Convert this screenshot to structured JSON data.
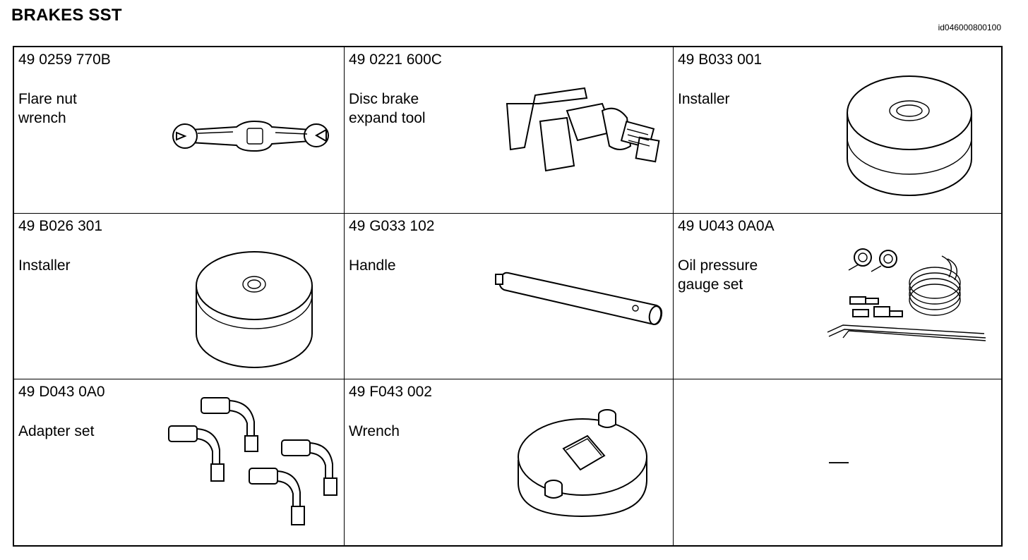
{
  "header": {
    "title": "BRAKES SST",
    "doc_id": "id046000800100"
  },
  "tools": [
    {
      "part_number": "49 0259 770B",
      "name": "Flare nut\nwrench",
      "icon": "flare-nut-wrench-icon"
    },
    {
      "part_number": "49 0221 600C",
      "name": "Disc brake\nexpand tool",
      "icon": "disc-brake-expand-tool-icon"
    },
    {
      "part_number": "49 B033 001",
      "name": "Installer",
      "icon": "installer-icon"
    },
    {
      "part_number": "49 B026 301",
      "name": "Installer",
      "icon": "installer-icon"
    },
    {
      "part_number": "49 G033 102",
      "name": "Handle",
      "icon": "handle-icon"
    },
    {
      "part_number": "49 U043 0A0A",
      "name": "Oil pressure\ngauge set",
      "icon": "oil-pressure-gauge-set-icon"
    },
    {
      "part_number": "49 D043 0A0",
      "name": "Adapter set",
      "icon": "adapter-set-icon"
    },
    {
      "part_number": "49 F043 002",
      "name": "Wrench",
      "icon": "wrench-icon"
    },
    {
      "part_number": "",
      "name": "",
      "empty_mark": "—"
    }
  ]
}
